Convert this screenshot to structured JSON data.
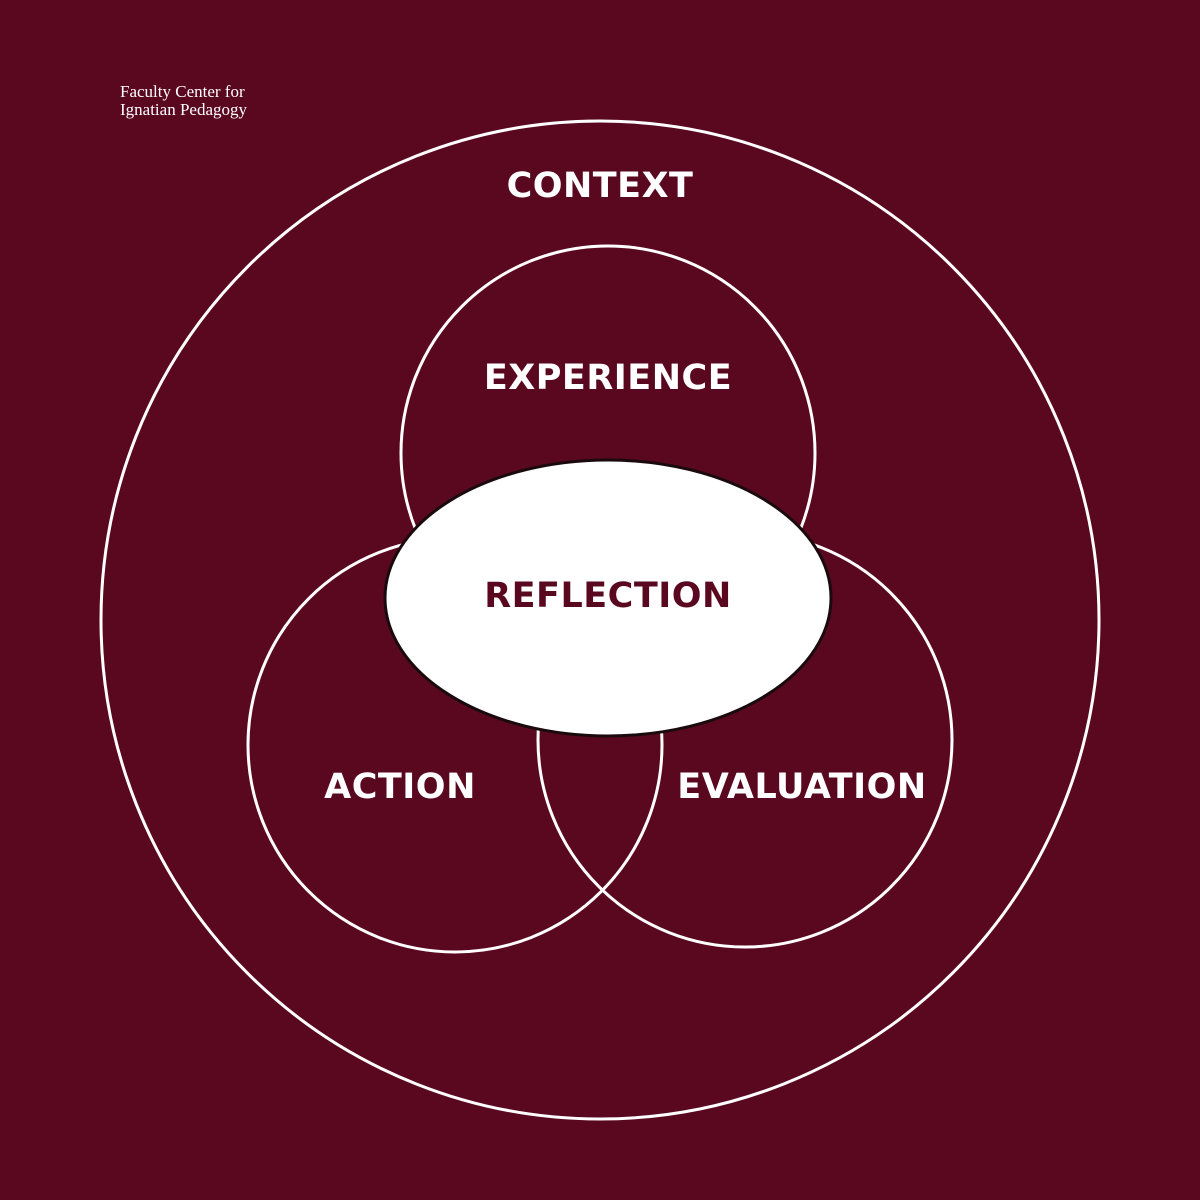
{
  "organization": {
    "line1": "Faculty Center for",
    "line2": "Ignatian Pedagogy"
  },
  "diagram": {
    "outer_label": "CONTEXT",
    "top_circle_label": "EXPERIENCE",
    "center_label": "REFLECTION",
    "left_circle_label": "ACTION",
    "right_circle_label": "EVALUATION"
  },
  "colors": {
    "background": "#5a0820",
    "stroke": "#ffffff",
    "center_fill": "#ffffff",
    "center_text": "#5a0820"
  }
}
